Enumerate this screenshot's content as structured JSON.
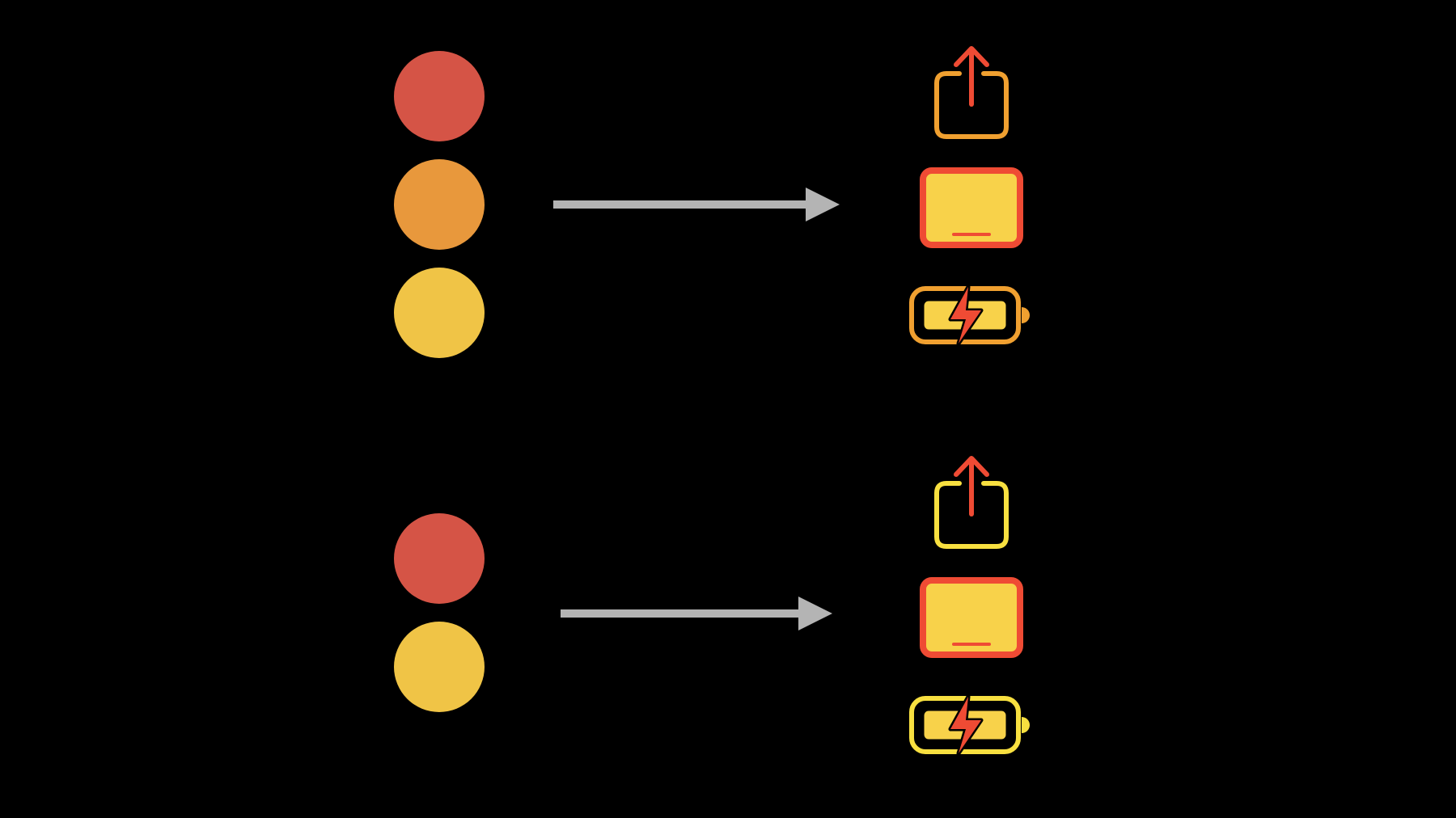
{
  "palette": {
    "background": "#000000",
    "red": "#D55446",
    "orange": "#E8983C",
    "yellow": "#F0C446",
    "icon_red": "#EF4B34",
    "icon_orange": "#F0A030",
    "icon_yellow": "#F8E040",
    "fill_yellow": "#F8D24A",
    "arrow_gray": "#B4B4B4"
  },
  "groups": [
    {
      "name": "three-color",
      "swatches": [
        "red",
        "orange",
        "yellow"
      ],
      "icons": [
        {
          "icon": "share-icon",
          "primary": "icon_orange",
          "secondary": "icon_red"
        },
        {
          "icon": "tablet-icon",
          "primary": "icon_red",
          "secondary": "fill_yellow"
        },
        {
          "icon": "battery-charging-icon",
          "primary": "icon_orange",
          "secondary": "icon_red",
          "tertiary": "fill_yellow"
        }
      ]
    },
    {
      "name": "two-color",
      "swatches": [
        "red",
        "yellow"
      ],
      "icons": [
        {
          "icon": "share-icon",
          "primary": "icon_yellow",
          "secondary": "icon_red"
        },
        {
          "icon": "tablet-icon",
          "primary": "icon_red",
          "secondary": "fill_yellow"
        },
        {
          "icon": "battery-charging-icon",
          "primary": "icon_yellow",
          "secondary": "icon_red",
          "tertiary": "fill_yellow"
        }
      ]
    }
  ]
}
